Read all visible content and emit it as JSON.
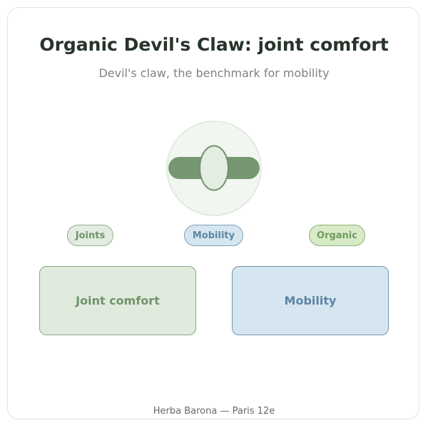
{
  "header": {
    "title": "Organic Devil's Claw: joint comfort",
    "subtitle": "Devil's claw, the benchmark for mobility"
  },
  "emblem": {
    "icon": "herbal-capsule-icon",
    "colors": {
      "circle_fill": "#f2f6f1",
      "circle_stroke": "#dde6db",
      "bar_fill": "#779a73",
      "oval_fill": "#e3ede1",
      "oval_stroke": "#6f946a"
    }
  },
  "tags": [
    {
      "label": "Joints"
    },
    {
      "label": "Mobility"
    },
    {
      "label": "Organic"
    }
  ],
  "benefits": [
    {
      "label": "Joint comfort"
    },
    {
      "label": "Mobility"
    }
  ],
  "footer": {
    "text": "Herba Barona — Paris 12e"
  }
}
